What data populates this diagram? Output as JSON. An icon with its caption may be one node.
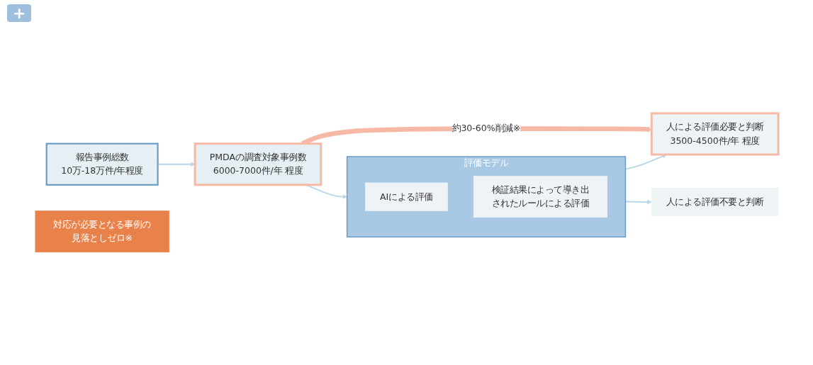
{
  "diagram": {
    "nodes": [
      {
        "text": [
          "報告事例総数",
          "10万-18万件/年程度"
        ]
      },
      {
        "text": [
          "PMDAの調査対象事例数",
          "6000-7000件/年 程度"
        ]
      },
      {
        "text": [
          "評価モデル"
        ]
      },
      {
        "text": [
          "AIによる評価"
        ],
        "in": 2
      },
      {
        "text": [
          "検証結果によって導き出されたルールによる評価"
        ],
        "in": 2
      },
      {
        "text": [
          "対応が必要となる事例の見落としゼロ※"
        ]
      },
      {
        "text": [
          "人による評価不要と判断"
        ]
      },
      {
        "text": [
          "人による評価必要と判断",
          "3500-4500件/年 程度"
        ]
      }
    ],
    "edges": [
      {
        "from": 0,
        "to": 1,
        "arrow": "to",
        "color": "#b9d5e8"
      },
      {
        "from": 1,
        "to": 2,
        "arrow": "to",
        "color": "#b9d5e8"
      },
      {
        "from": 2,
        "to": 6,
        "arrow": "to",
        "color": "#b9d5e8"
      },
      {
        "from": 2,
        "to": 7,
        "arrow": "to",
        "color": "#b9d5e8"
      },
      {
        "from": 1,
        "to": 7,
        "arrow": "to",
        "label": "約30-60%削減※",
        "style": "thick",
        "color": "#f6b9a6"
      }
    ],
    "labels": [
      "+"
    ]
  }
}
